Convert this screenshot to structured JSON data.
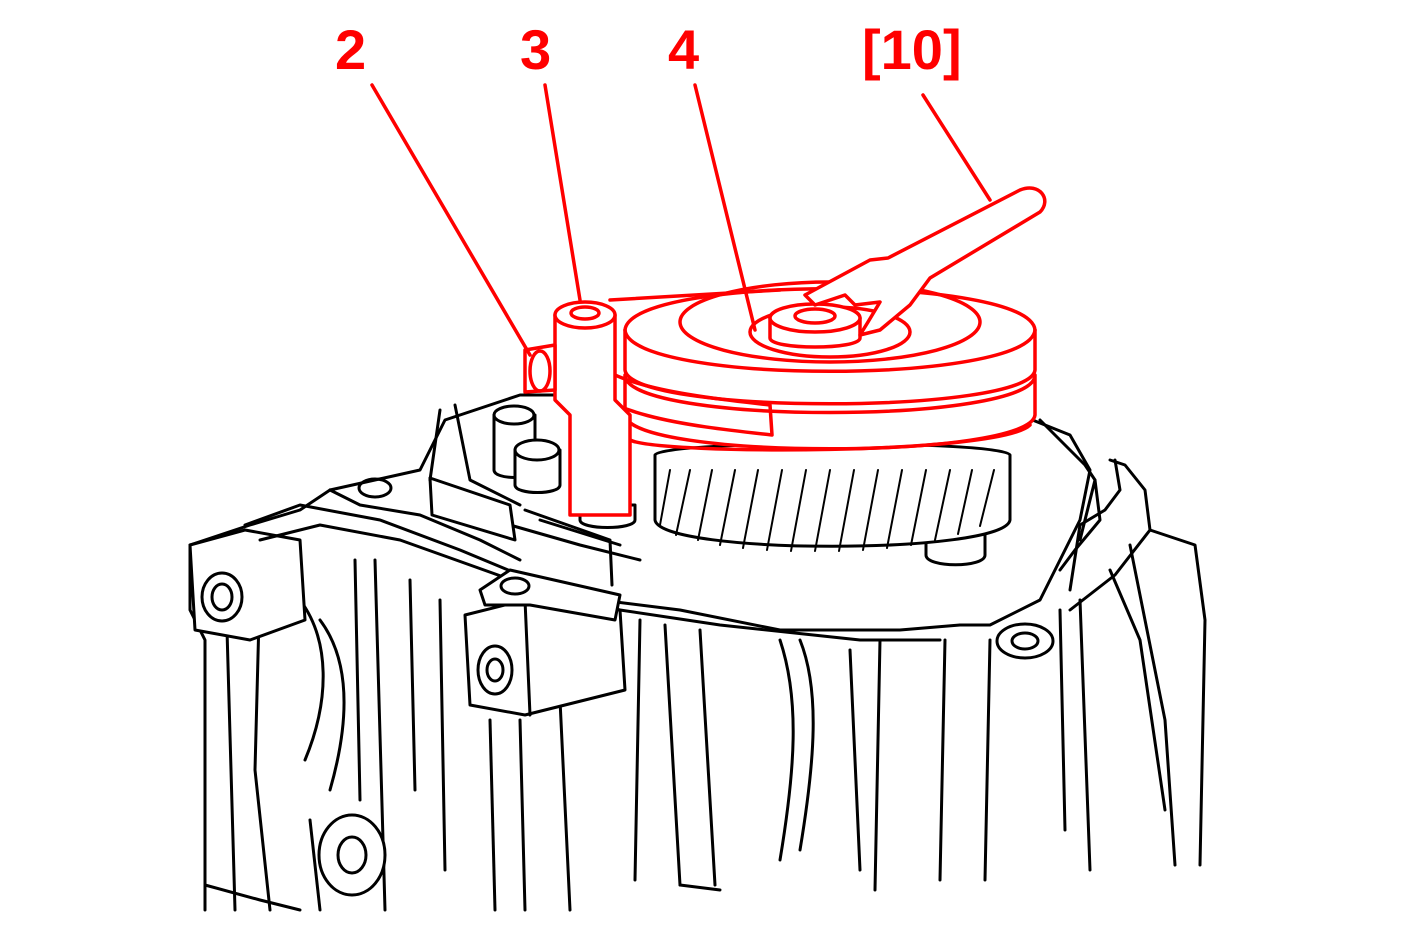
{
  "labels": {
    "part_2": "2",
    "part_3": "3",
    "part_4": "4",
    "tool_10": "[10]"
  },
  "colors": {
    "highlight": "#ff0000",
    "line_art": "#000000",
    "background": "#ffffff"
  }
}
